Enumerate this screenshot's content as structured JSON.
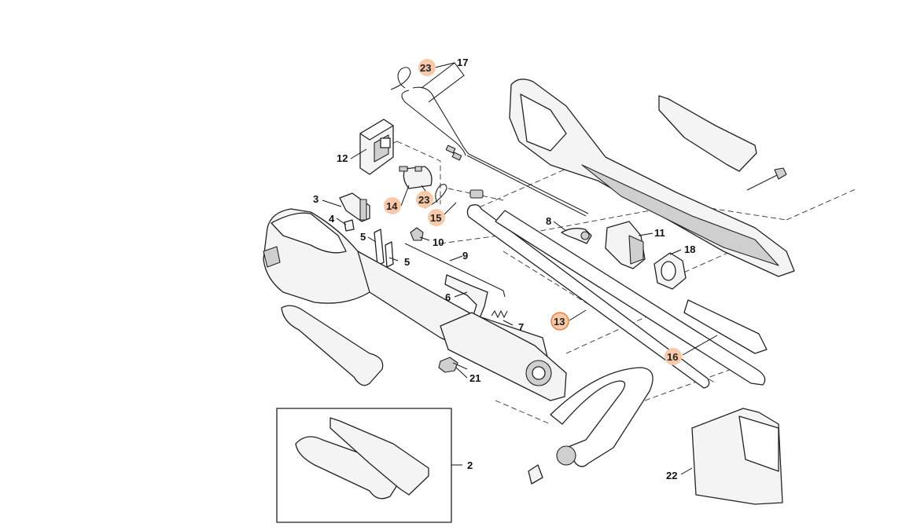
{
  "diagram": {
    "labels": [
      {
        "id": "17",
        "text": "17",
        "highlight": false
      },
      {
        "id": "23a",
        "text": "23",
        "highlight": true
      },
      {
        "id": "12",
        "text": "12",
        "highlight": false
      },
      {
        "id": "3",
        "text": "3",
        "highlight": false
      },
      {
        "id": "4",
        "text": "4",
        "highlight": false
      },
      {
        "id": "14",
        "text": "14",
        "highlight": true
      },
      {
        "id": "23b",
        "text": "23",
        "highlight": true
      },
      {
        "id": "15",
        "text": "15",
        "highlight": true
      },
      {
        "id": "5a",
        "text": "5",
        "highlight": false
      },
      {
        "id": "5b",
        "text": "5",
        "highlight": false
      },
      {
        "id": "10",
        "text": "10",
        "highlight": false
      },
      {
        "id": "9",
        "text": "9",
        "highlight": false
      },
      {
        "id": "8",
        "text": "8",
        "highlight": false
      },
      {
        "id": "11",
        "text": "11",
        "highlight": false
      },
      {
        "id": "18",
        "text": "18",
        "highlight": false
      },
      {
        "id": "6",
        "text": "6",
        "highlight": false
      },
      {
        "id": "7",
        "text": "7",
        "highlight": false
      },
      {
        "id": "13",
        "text": "13",
        "highlight": true
      },
      {
        "id": "16",
        "text": "16",
        "highlight": true
      },
      {
        "id": "21",
        "text": "21",
        "highlight": false
      },
      {
        "id": "2",
        "text": "2",
        "highlight": false
      },
      {
        "id": "22",
        "text": "22",
        "highlight": false
      }
    ],
    "colors": {
      "highlight_fill": "#f8c9a8",
      "highlight_stroke": "#e8823c",
      "line": "#222222",
      "background": "#ffffff"
    }
  }
}
